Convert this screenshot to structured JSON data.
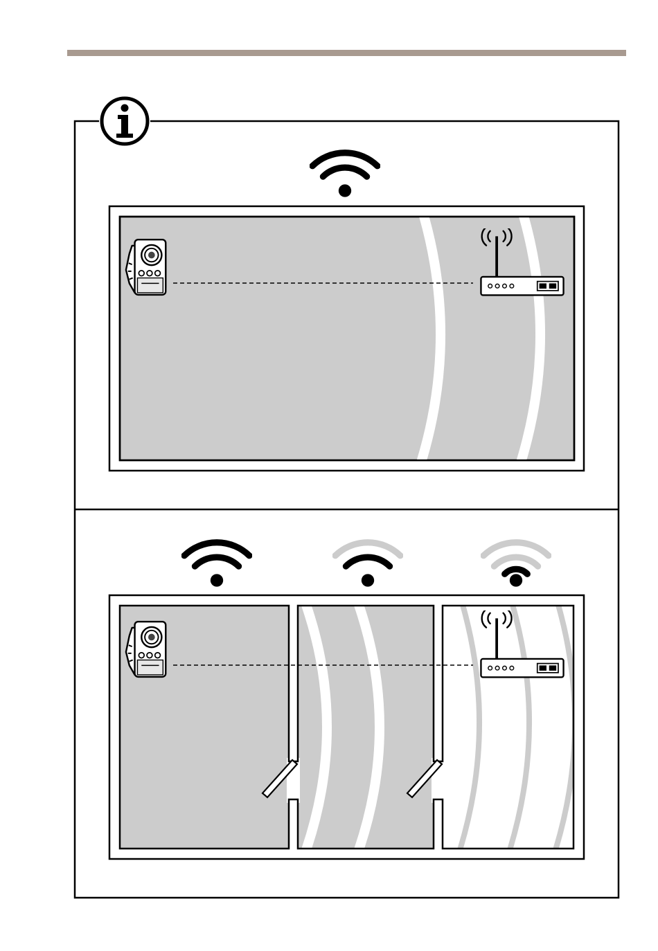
{
  "colors": {
    "header_rule": "#a89a90",
    "outline": "#000000",
    "room_fill": "#cccccc",
    "wall_fill": "#ffffff",
    "wave_light": "#cccccc",
    "signal_strong": "#000000",
    "signal_weak": "#cccccc",
    "connection_line": "#000000"
  },
  "icons": {
    "info": "info-icon",
    "wifi": "wifi-icon",
    "camera": "network-camera-icon",
    "router": "wireless-router-icon",
    "door": "door-icon"
  },
  "scenarios": [
    {
      "id": "open-space",
      "signal_indicators": [
        {
          "strength": "strong"
        }
      ],
      "rooms": 1,
      "connection": "camera-to-router"
    },
    {
      "id": "through-walls",
      "signal_indicators": [
        {
          "strength": "strong"
        },
        {
          "strength": "medium"
        },
        {
          "strength": "weak"
        }
      ],
      "rooms": 3,
      "connection": "camera-to-router"
    }
  ]
}
